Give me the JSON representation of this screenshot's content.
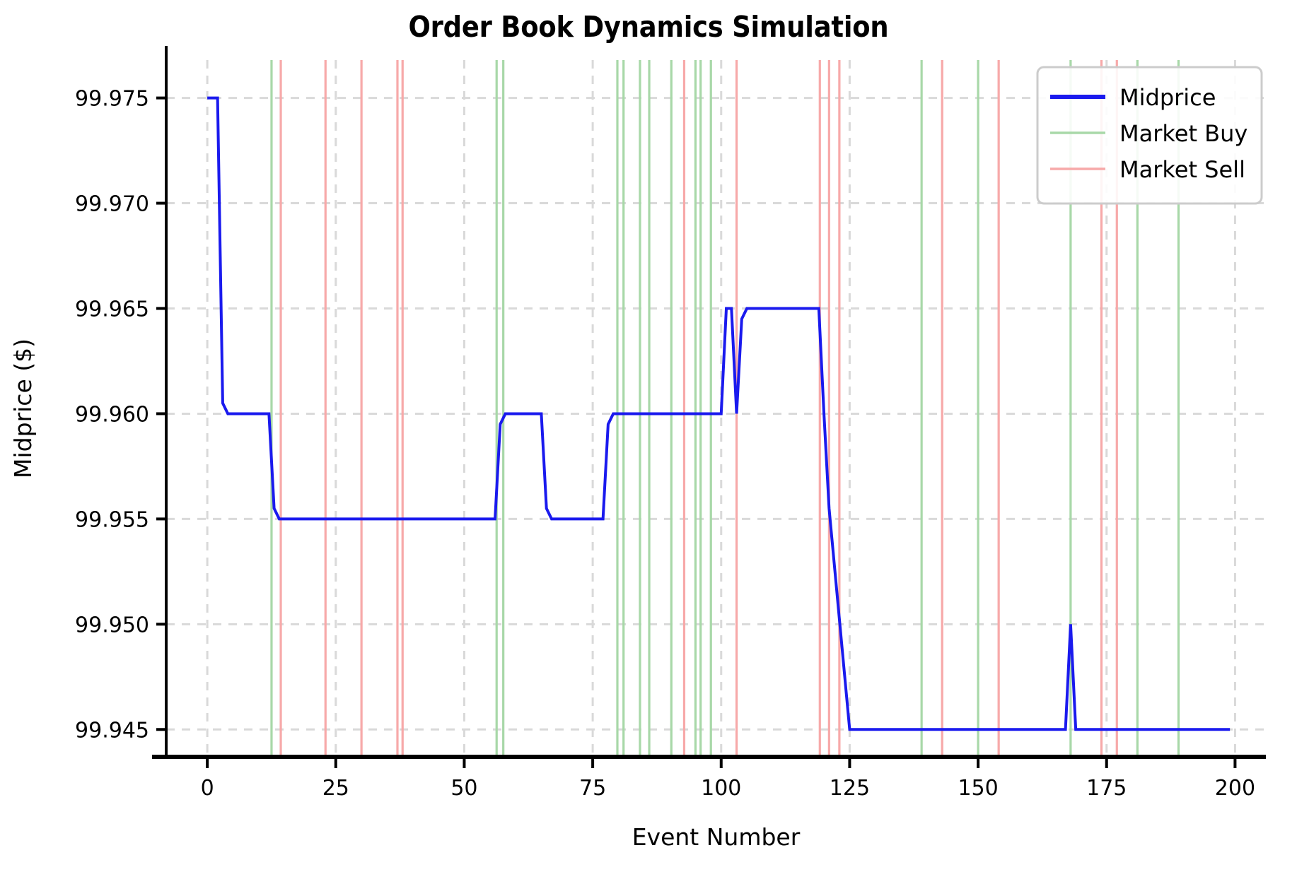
{
  "chart_data": {
    "type": "line",
    "title": "Order Book Dynamics Simulation",
    "xlabel": "Event Number",
    "ylabel": "Midprice ($)",
    "xlim": [
      -8,
      206
    ],
    "ylim": [
      99.9437,
      99.9768
    ],
    "xticks": [
      0,
      25,
      50,
      75,
      100,
      125,
      150,
      175,
      200
    ],
    "xticklabels": [
      "0",
      "25",
      "50",
      "75",
      "100",
      "125",
      "150",
      "175",
      "200"
    ],
    "yticks": [
      99.945,
      99.95,
      99.955,
      99.96,
      99.965,
      99.97,
      99.975
    ],
    "yticklabels": [
      "99.945",
      "99.950",
      "99.955",
      "99.960",
      "99.965",
      "99.970",
      "99.975"
    ],
    "grid": true,
    "grid_style": "dashed",
    "grid_color": "#d9d9d9",
    "legend_position": "upper right",
    "series": [
      {
        "name": "Midprice",
        "type": "line",
        "color": "#1a1aee",
        "linewidth": 4,
        "x": [
          0,
          1,
          2,
          3,
          4,
          12,
          13,
          14,
          56,
          57,
          58,
          59,
          65,
          66,
          67,
          77,
          78,
          79,
          100,
          101,
          102,
          103,
          104,
          105,
          119,
          120,
          121,
          125,
          126,
          167,
          168,
          169,
          199
        ],
        "y": [
          99.975,
          99.975,
          99.975,
          99.9605,
          99.96,
          99.96,
          99.9555,
          99.955,
          99.955,
          99.9595,
          99.96,
          99.96,
          99.96,
          99.9555,
          99.955,
          99.955,
          99.9595,
          99.96,
          99.96,
          99.965,
          99.965,
          99.96,
          99.9645,
          99.965,
          99.965,
          99.96,
          99.9555,
          99.945,
          99.945,
          99.945,
          99.95,
          99.945,
          99.945
        ]
      },
      {
        "name": "Market Buy",
        "type": "vlines",
        "color": "#a8d8a8",
        "linewidth": 3.2,
        "x": [
          12.5,
          56.3,
          57.6,
          79.8,
          81.0,
          84.2,
          86.0,
          90.3,
          95.0,
          96.0,
          98.0,
          139.0,
          150.0,
          168.0,
          181.0,
          189.0
        ]
      },
      {
        "name": "Market Sell",
        "type": "vlines",
        "color": "#f7a9a9",
        "linewidth": 3.2,
        "x": [
          14.3,
          23.0,
          30.0,
          37.0,
          38.0,
          92.8,
          103.0,
          119.2,
          121.0,
          123.0,
          143.0,
          154.0,
          174.0,
          177.0
        ]
      }
    ],
    "legend_entries": [
      {
        "label": "Midprice",
        "color": "#1a1aee",
        "style": "solid-thick"
      },
      {
        "label": "Market Buy",
        "color": "#a8d8a8",
        "style": "solid-thin"
      },
      {
        "label": "Market Sell",
        "color": "#f7a9a9",
        "style": "solid-thin"
      }
    ]
  }
}
